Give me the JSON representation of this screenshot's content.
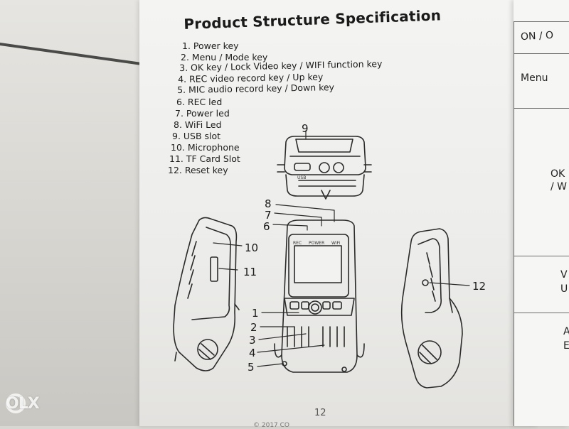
{
  "manual": {
    "title": "Product Structure Specification",
    "items": [
      "1. Power key",
      "2. Menu / Mode key",
      "3. OK key / Lock Video key / WIFI function key",
      "4. REC video record key / Up key",
      "5. MIC audio record key / Down key",
      "6. REC led",
      "7. Power led",
      "8. WiFi Led",
      "9. USB slot",
      "10. Microphone",
      "11. TF Card Slot",
      "12. Reset key"
    ],
    "callouts": [
      "1",
      "2",
      "3",
      "4",
      "5",
      "6",
      "7",
      "8",
      "9",
      "10",
      "11",
      "12"
    ],
    "device_labels": {
      "usb": "USB",
      "rec": "REC",
      "power": "POWER",
      "wifi": "WiFi"
    },
    "page_number": "12",
    "copyright": "© 2017 CO"
  },
  "right_page": {
    "rows": [
      "ON / O",
      "Menu",
      "OK",
      "/ W",
      "V",
      "U",
      "A",
      "E"
    ]
  },
  "watermark": "OLX"
}
